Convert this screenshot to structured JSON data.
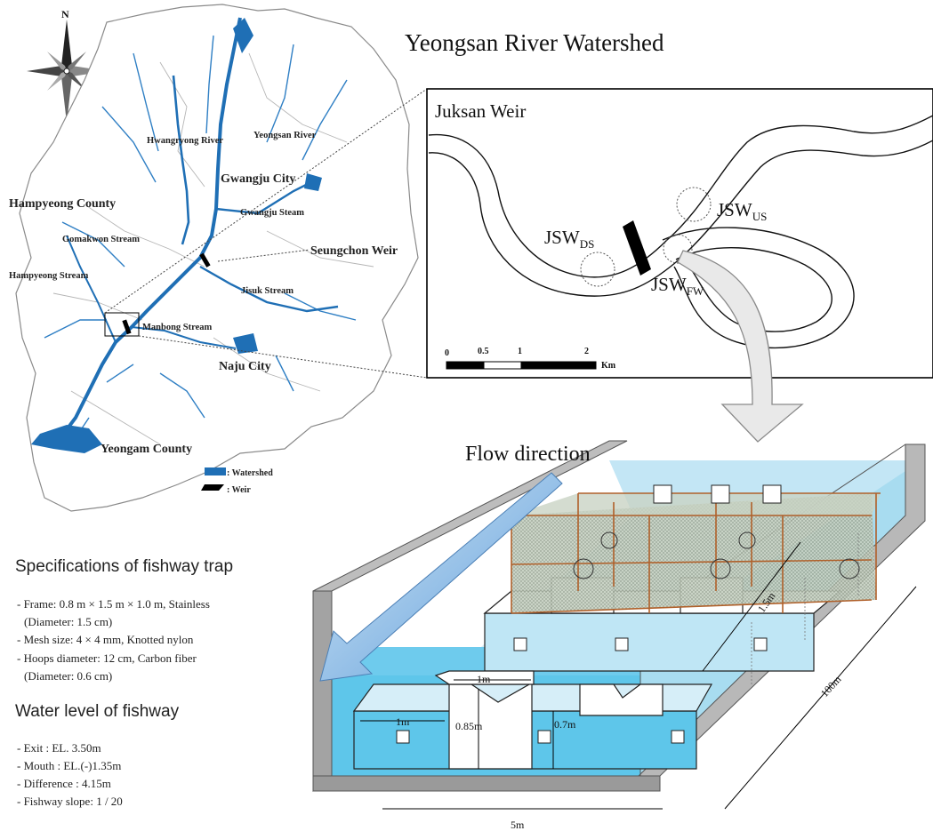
{
  "main_title": "Yeongsan River Watershed",
  "compass": {
    "north_label": "N"
  },
  "watershed_map": {
    "labels": {
      "hwangryong_river": "Hwangryong River",
      "yeongsan_river": "Yeongsan River",
      "gwangju_city": "Gwangju City",
      "hampyeong_county": "Hampyeong County",
      "gwangju_stream": "Gwangju Steam",
      "gomakwon_stream": "Gomakwon Stream",
      "seungchon_weir": "Seungchon Weir",
      "hampyeong_stream": "Hampyeong Stream",
      "jisuk_stream": "Jisuk Stream",
      "manbong_stream": "Manbong Stream",
      "naju_city": "Naju City",
      "yeongam_county": "Yeongam County"
    },
    "legend": [
      {
        "label": ": Watershed",
        "color": "#1f6fb5"
      },
      {
        "label": ": Weir",
        "color": "#000000"
      }
    ]
  },
  "weir_inset": {
    "title": "Juksan Weir",
    "site_ds": {
      "main": "JSW",
      "sub": "DS"
    },
    "site_us": {
      "main": "JSW",
      "sub": "US"
    },
    "site_fw": {
      "main": "JSW",
      "sub": "FW"
    },
    "scale_ticks": [
      "0",
      "0.5",
      "1",
      "2"
    ],
    "scale_unit": "Km"
  },
  "fishway": {
    "flow_label": "Flow direction",
    "dims": {
      "one_m_top": "1m",
      "one_m_left": "1m",
      "depth_085": "0.85m",
      "depth_07": "0.7m",
      "len_15": "1.5m",
      "len_100": "100m",
      "width_5": "5m"
    }
  },
  "specs": {
    "heading": "Specifications of fishway trap",
    "items": [
      "- Frame: 0.8 m × 1.5 m × 1.0 m, Stainless",
      "(Diameter: 1.5 cm)",
      "- Mesh size: 4 × 4 mm, Knotted nylon",
      "- Hoops diameter: 12 cm, Carbon fiber",
      "(Diameter: 0.6 cm)"
    ]
  },
  "water_level": {
    "heading": "Water level of fishway",
    "items": [
      "- Exit : EL. 3.50m",
      "- Mouth : EL.(-)1.35m",
      "- Difference : 4.15m",
      "- Fishway slope: 1 /  20"
    ]
  },
  "colors": {
    "river": "#1f6fb5",
    "water_light": "#bfe6f5",
    "water_deep": "#5ec6ea",
    "trap_frame": "#b0602a",
    "arrow_fill": "#7fb6e6",
    "wall_gray": "#9a9a9a"
  }
}
